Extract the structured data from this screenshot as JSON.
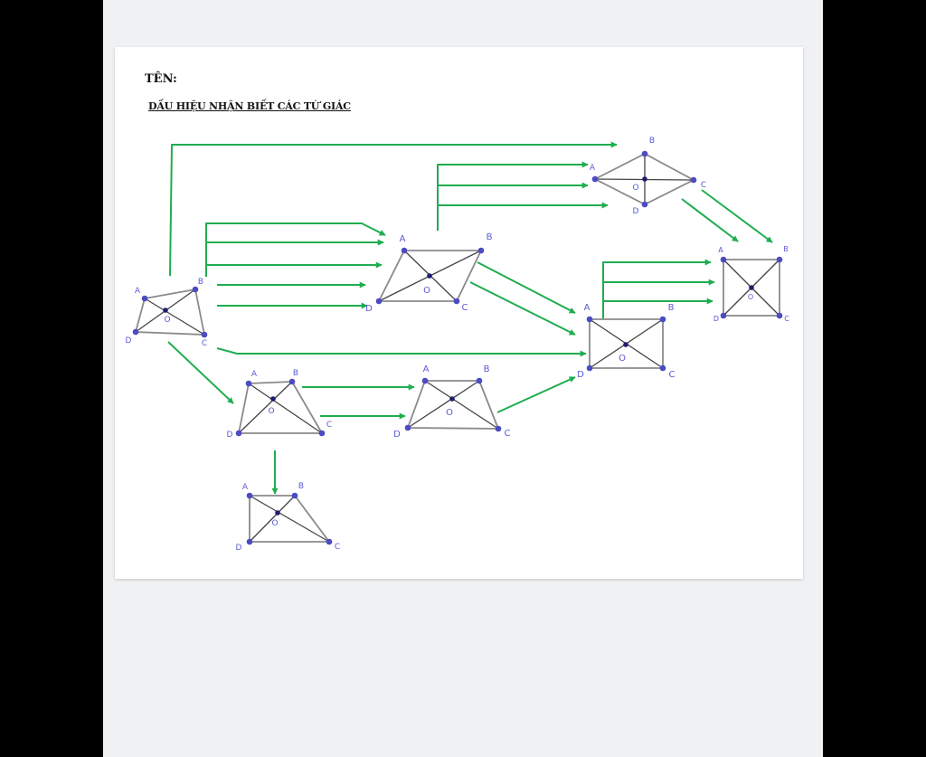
{
  "header": {
    "name_label": "TÊN:",
    "title": "DẤU HIỆU NHẬN BIẾT CÁC TỨ GIÁC"
  },
  "colors": {
    "arrow": "#1fad4f",
    "edge": "#8a8a8a",
    "diagonal": "#444444",
    "vertex": "#4b4bc4",
    "label": "#5a5ad6",
    "page": "#ffffff",
    "viewer": "#f0f1f3"
  },
  "vertex_labels": {
    "a": "A",
    "b": "B",
    "c": "C",
    "d": "D",
    "o": "O"
  }
}
